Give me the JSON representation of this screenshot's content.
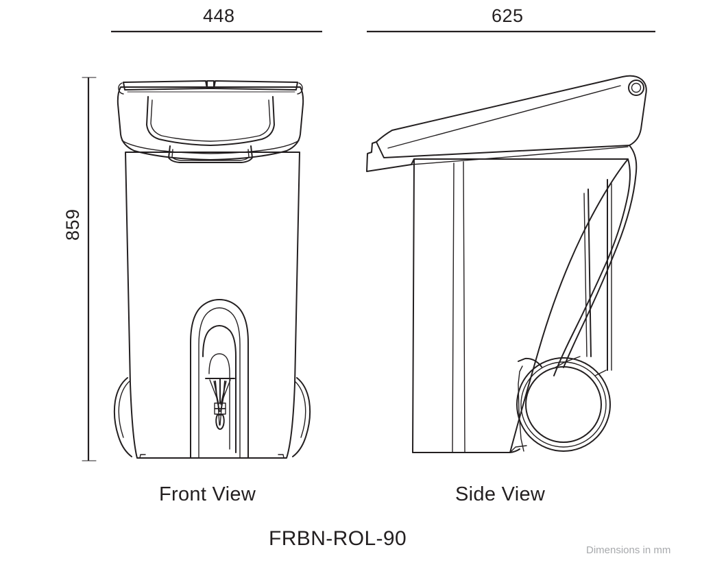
{
  "drawing": {
    "title": "FRBN-ROL-90 wheeled bin technical drawing",
    "line_color": "#231f20",
    "note_color": "#a7a9ac",
    "background": "#ffffff"
  },
  "dimensions": {
    "front_width": "448",
    "side_width": "625",
    "height": "859",
    "units_note": "Dimensions in mm"
  },
  "views": [
    {
      "caption": "Front View",
      "name": "front-view"
    },
    {
      "caption": "Side View",
      "name": "side-view"
    }
  ],
  "model": {
    "code": "FRBN-ROL-90"
  },
  "icons": {
    "hinge": "circle-hinge-icon",
    "wheel": "wheel-icon"
  }
}
